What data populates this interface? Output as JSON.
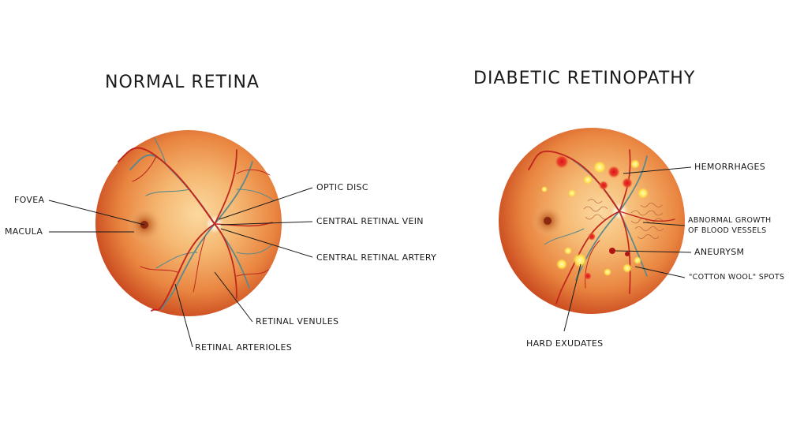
{
  "titles": {
    "normal": "NORMAL RETINA",
    "diabetic": "DIABETIC RETINOPATHY"
  },
  "normal_labels": {
    "fovea": "FOVEA",
    "macula": "MACULA",
    "optic_disc": "OPTIC DISC",
    "central_retinal_vein": "CENTRAL RETINAL VEIN",
    "central_retinal_artery": "CENTRAL RETINAL ARTERY",
    "retinal_venules": "RETINAL VENULES",
    "retinal_arterioles": "RETINAL ARTERIOLES"
  },
  "diabetic_labels": {
    "hemorrhages": "HEMORRHAGES",
    "abnormal_growth_line1": "ABNORMAL GROWTH",
    "abnormal_growth_line2": "OF BLOOD VESSELS",
    "aneurysm": "ANEURYSM",
    "cotton_wool": "\"COTTON WOOL\" SPOTS",
    "hard_exudates": "HARD EXUDATES"
  },
  "colors": {
    "retina_center": "#f9c27a",
    "retina_edge": "#c9441a",
    "artery": "#c0281e",
    "vein": "#5c8a8c",
    "exudate": "#ffe650",
    "hemorrhage": "#d8141e"
  }
}
